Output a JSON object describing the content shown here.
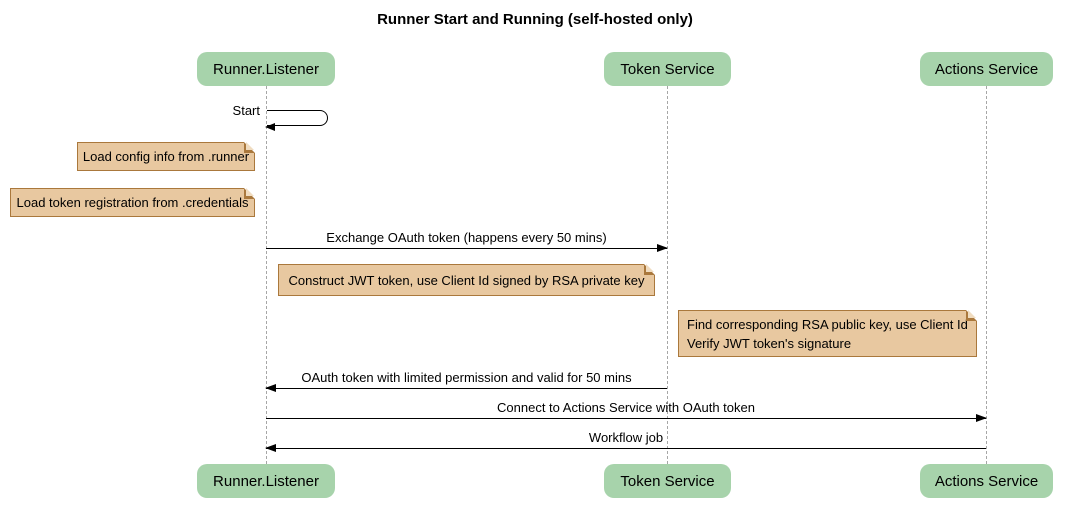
{
  "title": "Runner Start and Running (self-hosted only)",
  "participants": [
    {
      "name": "Runner.Listener"
    },
    {
      "name": "Token Service"
    },
    {
      "name": "Actions Service"
    }
  ],
  "messages": [
    {
      "text": "Start",
      "from": "Runner.Listener",
      "to": "Runner.Listener",
      "type": "self"
    },
    {
      "text": "Exchange OAuth token (happens every 50 mins)",
      "from": "Runner.Listener",
      "to": "Token Service",
      "direction": "right"
    },
    {
      "text": "OAuth token with limited permission and valid for 50 mins",
      "from": "Token Service",
      "to": "Runner.Listener",
      "direction": "left"
    },
    {
      "text": "Connect to Actions Service with OAuth token",
      "from": "Runner.Listener",
      "to": "Actions Service",
      "direction": "right"
    },
    {
      "text": "Workflow job",
      "from": "Actions Service",
      "to": "Runner.Listener",
      "direction": "left"
    }
  ],
  "notes": [
    {
      "text": "Load config info from .runner"
    },
    {
      "text": "Load token registration from .credentials"
    },
    {
      "text": "Construct JWT token, use Client Id signed by RSA private key"
    },
    {
      "line1": "Find corresponding RSA public key, use Client Id",
      "line2": "Verify JWT token's signature"
    }
  ],
  "colors": {
    "participant_fill": "#a7d3ab",
    "note_fill": "#e8c8a0",
    "note_border": "#aa783c",
    "note_fold": "#f0dcc0",
    "line_color": "#000000",
    "lifeline_color": "#a6a6a6"
  }
}
